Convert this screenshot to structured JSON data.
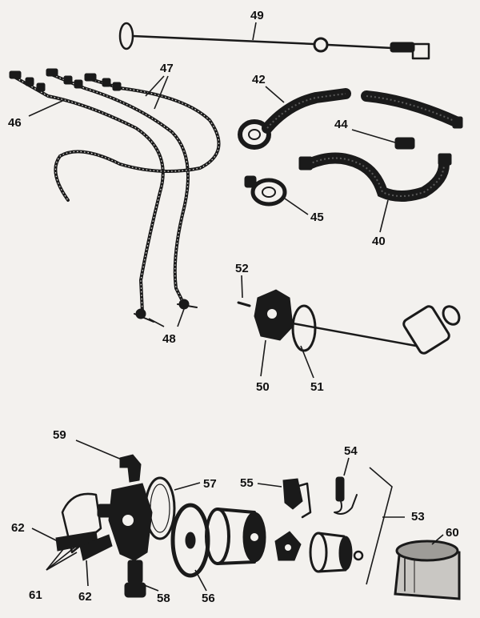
{
  "diagram": {
    "callouts": {
      "c40": "40",
      "c42": "42",
      "c44": "44",
      "c45": "45",
      "c46": "46",
      "c47": "47",
      "c48": "48",
      "c49": "49",
      "c50": "50",
      "c51": "51",
      "c52": "52",
      "c53": "53",
      "c54": "54",
      "c55": "55",
      "c56": "56",
      "c57": "57",
      "c58": "58",
      "c59": "59",
      "c60": "60",
      "c61": "61",
      "c62a": "62",
      "c62b": "62"
    }
  }
}
